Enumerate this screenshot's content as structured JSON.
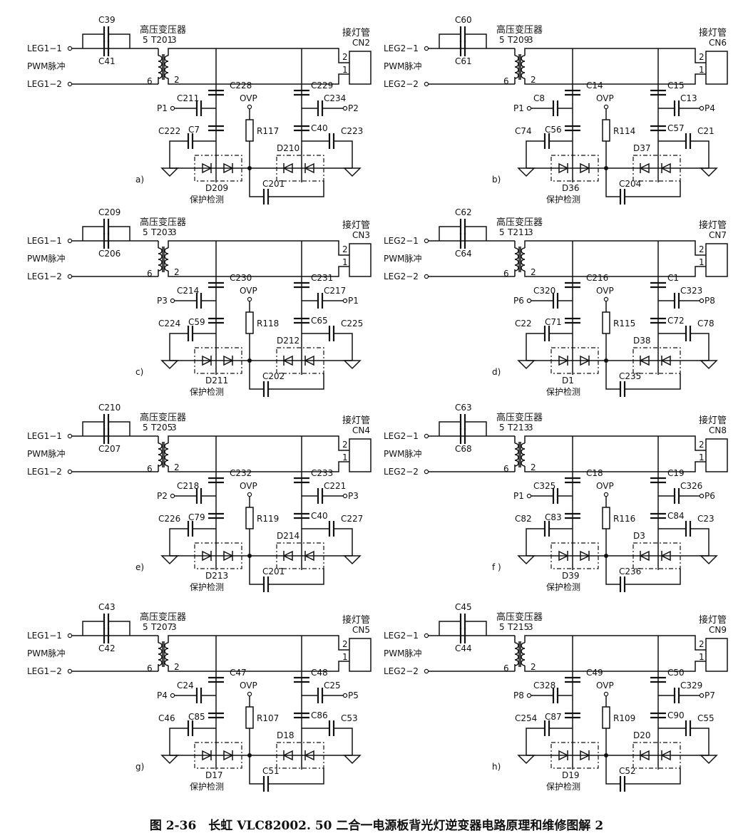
{
  "caption": "图 2-36　长虹 VLC82002. 50 二合一电源板背光灯逆变器电路原理和维修图解 2",
  "common": {
    "transformer": "高压变压器",
    "lamp": "接灯管",
    "pwm": "PWM脉冲",
    "ovp": "OVP",
    "protect": "保护检测"
  },
  "panels": [
    {
      "tag": "a)",
      "leg1": "LEG1−1",
      "leg2": "LEG1−2",
      "ct": "C39",
      "cb": "C41",
      "t": "T201",
      "cn": "CN2",
      "cl1": "C228",
      "cl2": "C7",
      "cr1": "C229",
      "cr2": "C40",
      "pl": "P1",
      "plc": "C211",
      "pr": "P2",
      "prc": "C234",
      "cg1": "C222",
      "cg2": "C223",
      "r": "R117",
      "d1": "D209",
      "d2": "D210",
      "cb2": "C201"
    },
    {
      "tag": "b)",
      "leg1": "LEG2−1",
      "leg2": "LEG2−2",
      "ct": "C60",
      "cb": "C61",
      "t": "T209",
      "cn": "CN6",
      "cl1": "C14",
      "cl2": "C56",
      "cr1": "C15",
      "cr2": "C57",
      "pl": "P1",
      "plc": "C8",
      "pr": "P4",
      "prc": "C13",
      "cg1": "C74",
      "cg2": "C21",
      "r": "R114",
      "d1": "D36",
      "d2": "D37",
      "cb2": "C204"
    },
    {
      "tag": "c)",
      "leg1": "LEG1−1",
      "leg2": "LEG1−2",
      "ct": "C209",
      "cb": "C206",
      "t": "T203",
      "cn": "CN3",
      "cl1": "C230",
      "cl2": "C59",
      "cr1": "C231",
      "cr2": "C65",
      "pl": "P3",
      "plc": "C214",
      "pr": "P1",
      "prc": "C217",
      "cg1": "C224",
      "cg2": "C225",
      "r": "R118",
      "d1": "D211",
      "d2": "D212",
      "cb2": "C202"
    },
    {
      "tag": "d)",
      "leg1": "LEG2−1",
      "leg2": "LEG2−2",
      "ct": "C62",
      "cb": "C64",
      "t": "T211",
      "cn": "CN7",
      "cl1": "C216",
      "cl2": "C71",
      "cr1": "C1",
      "cr2": "C72",
      "pl": "P6",
      "plc": "C320",
      "pr": "P8",
      "prc": "C323",
      "cg1": "C22",
      "cg2": "C78",
      "r": "R115",
      "d1": "D1",
      "d2": "D38",
      "cb2": "C235"
    },
    {
      "tag": "e)",
      "leg1": "LEG1−1",
      "leg2": "LEG1−2",
      "ct": "C210",
      "cb": "C207",
      "t": "T205",
      "cn": "CN4",
      "cl1": "C232",
      "cl2": "C79",
      "cr1": "C233",
      "cr2": "C40",
      "pl": "P2",
      "plc": "C218",
      "pr": "P3",
      "prc": "C221",
      "cg1": "C226",
      "cg2": "C227",
      "r": "R119",
      "d1": "D213",
      "d2": "D214",
      "cb2": "C201"
    },
    {
      "tag": "f )",
      "leg1": "LEG2−1",
      "leg2": "LEG2−2",
      "ct": "C63",
      "cb": "C68",
      "t": "T213",
      "cn": "CN8",
      "cl1": "C18",
      "cl2": "C83",
      "cr1": "C19",
      "cr2": "C84",
      "pl": "P1",
      "plc": "C325",
      "pr": "P6",
      "prc": "C326",
      "cg1": "C82",
      "cg2": "C23",
      "r": "R116",
      "d1": "D39",
      "d2": "D3",
      "cb2": "C236"
    },
    {
      "tag": "g)",
      "leg1": "LEG1−1",
      "leg2": "LEG1−2",
      "ct": "C43",
      "cb": "C42",
      "t": "T207",
      "cn": "CN5",
      "cl1": "C47",
      "cl2": "C85",
      "cr1": "C48",
      "cr2": "C86",
      "pl": "P4",
      "plc": "C24",
      "pr": "P5",
      "prc": "C25",
      "cg1": "C46",
      "cg2": "C53",
      "r": "R107",
      "d1": "D17",
      "d2": "D18",
      "cb2": "C51"
    },
    {
      "tag": "h)",
      "leg1": "LEG2−1",
      "leg2": "LEG2−2",
      "ct": "C45",
      "cb": "C44",
      "t": "T215",
      "cn": "CN9",
      "cl1": "C49",
      "cl2": "C87",
      "cr1": "C50",
      "cr2": "C90",
      "pl": "P8",
      "plc": "C328",
      "pr": "P7",
      "prc": "C329",
      "cg1": "C254",
      "cg2": "C55",
      "r": "R109",
      "d1": "D19",
      "d2": "D20",
      "cb2": "C52"
    }
  ]
}
